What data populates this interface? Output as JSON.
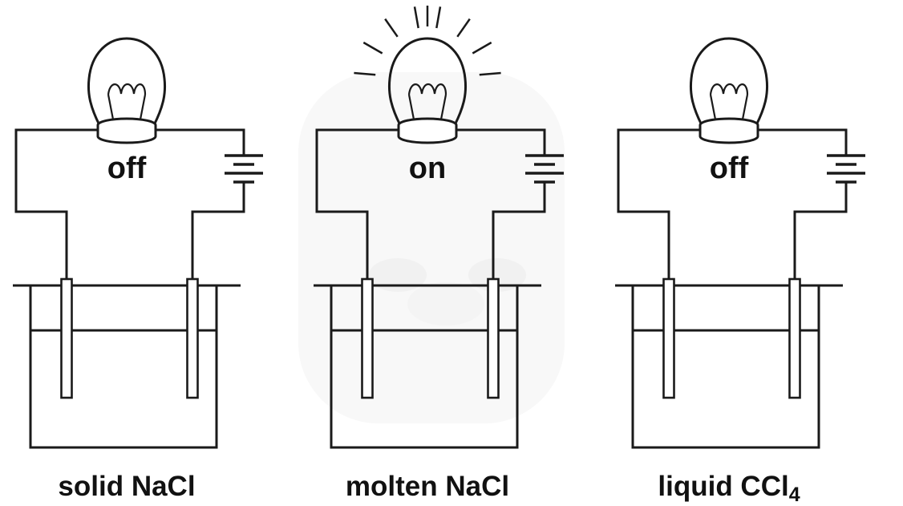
{
  "figure": {
    "description": "conductivity-test-circuits"
  },
  "panels": [
    {
      "bulb_state": "off",
      "caption": "solid NaCl",
      "caption_sub": ""
    },
    {
      "bulb_state": "on",
      "caption": "molten NaCl",
      "caption_sub": ""
    },
    {
      "bulb_state": "off",
      "caption": "liquid CCl",
      "caption_sub": "4"
    }
  ],
  "colors": {
    "line": "#1a1a1a",
    "background": "#ffffff",
    "watermark": "#f8f8f8"
  }
}
